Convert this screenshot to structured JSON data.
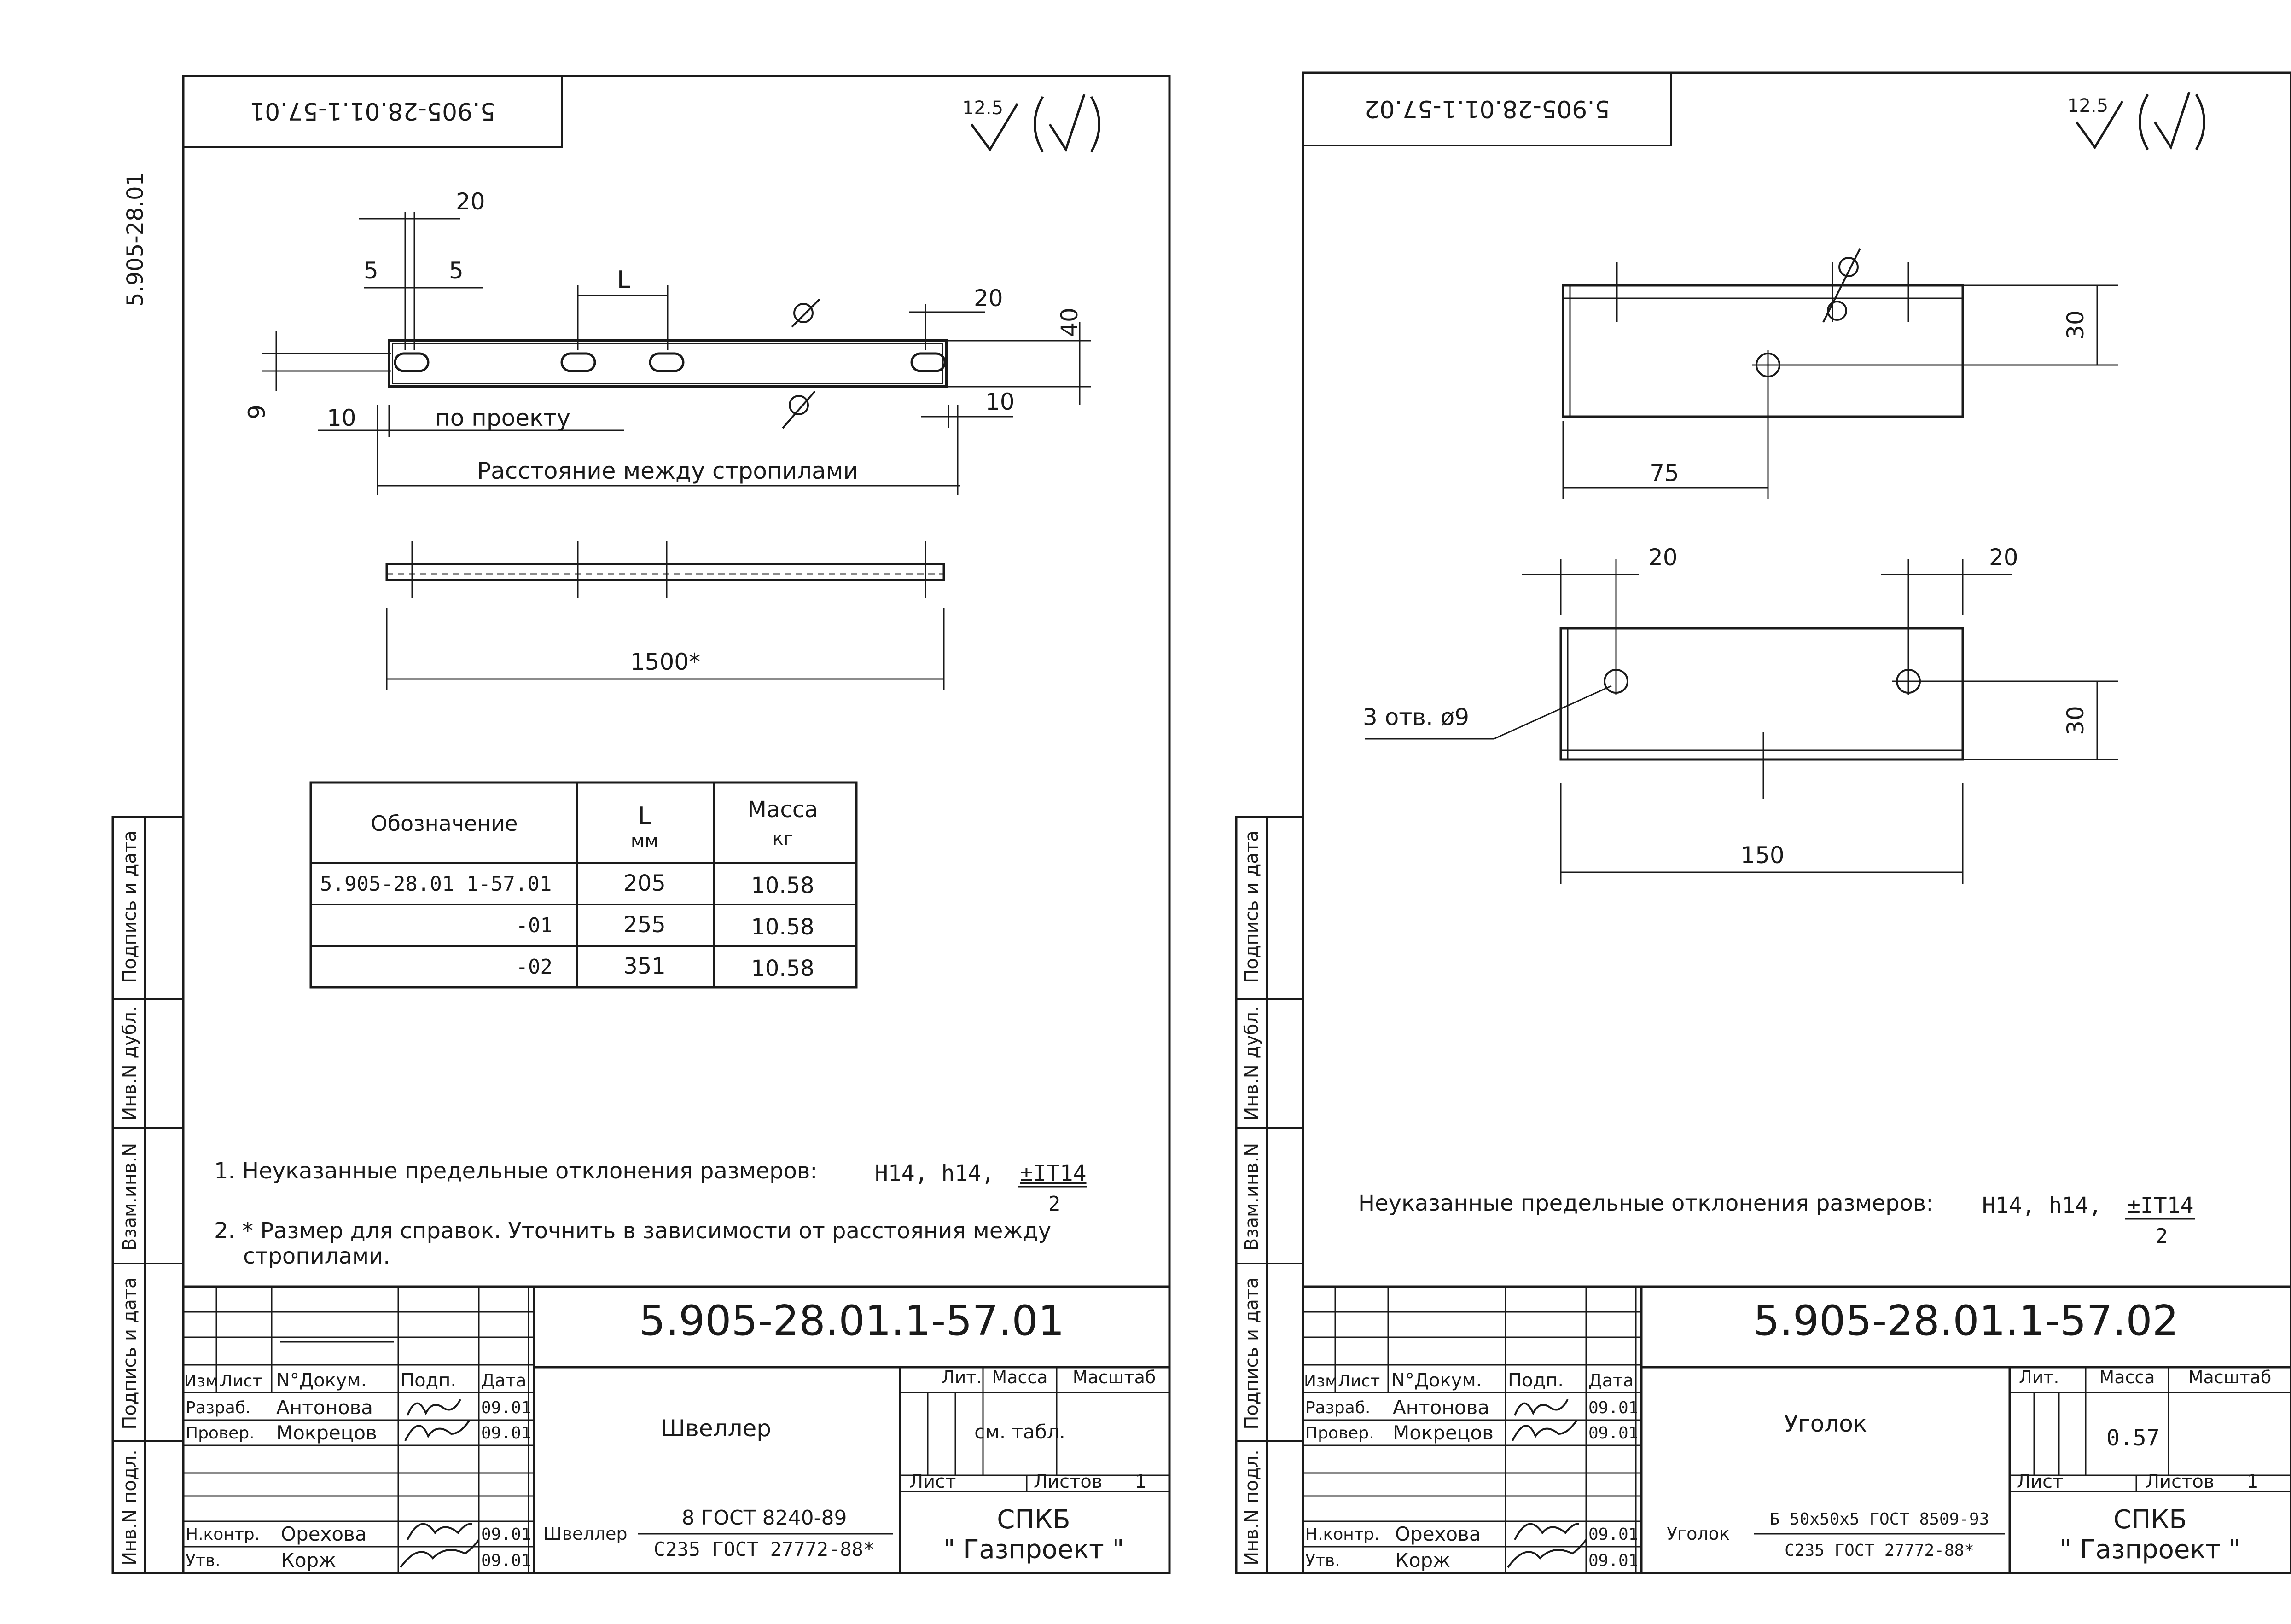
{
  "side_code": "5.905-28.01",
  "roughness": {
    "value": "12.5"
  },
  "sheets": [
    {
      "corner_code": "5.905-28.01.1-57.01",
      "dims": {
        "d20_top": "20",
        "d5a": "5",
        "d5b": "5",
        "dL": "L",
        "d20_right": "20",
        "d40": "40",
        "d9": "9",
        "d10_left": "10",
        "po_proektu": "по проекту",
        "d10_right": "10",
        "rafters": "Расстояние между стропилами",
        "d1500": "1500*"
      },
      "table": {
        "headers": {
          "designation": "Обозначение",
          "L": "L",
          "L_unit": "мм",
          "mass": "Масса",
          "mass_unit": "кг"
        },
        "rows": [
          {
            "designation": "5.905-28.01 1-57.01",
            "L": "205",
            "mass": "10.58"
          },
          {
            "designation": "-01",
            "L": "255",
            "mass": "10.58"
          },
          {
            "designation": "-02",
            "L": "351",
            "mass": "10.58"
          }
        ]
      },
      "notes": {
        "n1": "1. Неуказанные предельные отклонения размеров:",
        "tol_a": "H14, h14,",
        "tol_b": "±IT14",
        "tol_den": "2",
        "n2_line1": "2. * Размер для справок. Уточнить в зависимости от расстояния между",
        "n2_line2": "стропилами."
      },
      "title_block": {
        "code": "5.905-28.01.1-57.01",
        "name": "Швеллер",
        "material_label": "Швеллер",
        "material_top": "8 ГОСТ 8240-89",
        "material_bottom": "С235 ГОСТ 27772-88*",
        "mass": "см. табл.",
        "sheets_total": "1",
        "org": "СПКБ",
        "org2": "\" Газпроект \"",
        "people": [
          {
            "role": "Разраб.",
            "name": "Антонова",
            "date": "09.01"
          },
          {
            "role": "Провер.",
            "name": "Мокрецов",
            "date": "09.01"
          },
          {
            "role": "",
            "name": "",
            "date": ""
          },
          {
            "role": "Н.контр.",
            "name": "Орехова",
            "date": "09.01"
          },
          {
            "role": "Утв.",
            "name": "Корж",
            "date": "09.01"
          }
        ]
      }
    },
    {
      "corner_code": "5.905-28.01.1-57.02",
      "dims": {
        "d30a": "30",
        "d75": "75",
        "d20a": "20",
        "d20b": "20",
        "holes": "3 отв. ø9",
        "d30b": "30",
        "d150": "150"
      },
      "notes": {
        "n1": "Неуказанные предельные отклонения размеров:",
        "tol_a": "H14, h14,",
        "tol_b": "±IT14",
        "tol_den": "2"
      },
      "title_block": {
        "code": "5.905-28.01.1-57.02",
        "name": "Уголок",
        "material_label": "Уголок",
        "material_top": "Б 50х50х5 ГОСТ 8509-93",
        "material_bottom": "С235 ГОСТ 27772-88*",
        "mass": "0.57",
        "sheets_total": "1",
        "org": "СПКБ",
        "org2": "\" Газпроект \"",
        "people": [
          {
            "role": "Разраб.",
            "name": "Антонова",
            "date": "09.01"
          },
          {
            "role": "Провер.",
            "name": "Мокрецов",
            "date": "09.01"
          },
          {
            "role": "",
            "name": "",
            "date": ""
          },
          {
            "role": "Н.контр.",
            "name": "Орехова",
            "date": "09.01"
          },
          {
            "role": "Утв.",
            "name": "Корж",
            "date": "09.01"
          }
        ]
      }
    }
  ],
  "title_headers": {
    "izm": "Изм.",
    "list": "Лист",
    "doc": "N°Докум.",
    "podp": "Подп.",
    "date": "Дата",
    "lit": "Лит.",
    "massa": "Масса",
    "masshtab": "Масштаб",
    "list2": "Лист",
    "listov": "Листов"
  },
  "side_stamp": [
    "Инв.N подл.",
    "Подпись и дата",
    "Взам.инв.N",
    "Инв.N дубл.",
    "Подпись и дата"
  ]
}
